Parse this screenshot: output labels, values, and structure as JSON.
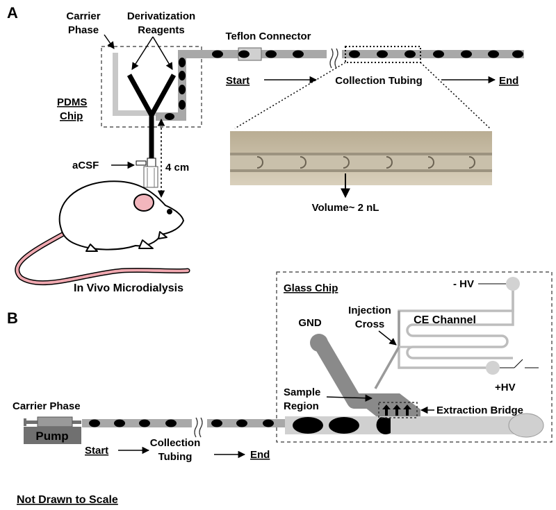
{
  "panel_a": {
    "letter": "A",
    "carrier_phase": [
      "Carrier",
      "Phase"
    ],
    "derivatization_reagents": [
      "Derivatization",
      "Reagents"
    ],
    "teflon_connector": "Teflon Connector",
    "pdms_chip": [
      "PDMS",
      "Chip"
    ],
    "start": "Start",
    "collection_tubing": "Collection Tubing",
    "end": "End",
    "acsf": "aCSF",
    "distance": "4 cm",
    "volume": "Volume~ 2 nL",
    "caption": "In Vivo Microdialysis"
  },
  "panel_b": {
    "letter": "B",
    "glass_chip": "Glass Chip",
    "minus_hv": "- HV",
    "injection_cross": [
      "Injection",
      "Cross"
    ],
    "gnd": "GND",
    "ce_channel": "CE Channel",
    "plus_hv": "+HV",
    "sample_region": [
      "Sample",
      "Region"
    ],
    "extraction_bridge": "Extraction Bridge",
    "carrier_phase": "Carrier Phase",
    "pump": "Pump",
    "start": "Start",
    "collection_tubing": [
      "Collection",
      "Tubing"
    ],
    "end": "End"
  },
  "footer": "Not Drawn to Scale",
  "colors": {
    "tubing": "#a8a8a8",
    "droplet": "#000000",
    "pump": "#707070",
    "chip_dark": "#888888",
    "chip_light": "#cfcfcf",
    "mouse_pink": "#f0a8b0"
  }
}
